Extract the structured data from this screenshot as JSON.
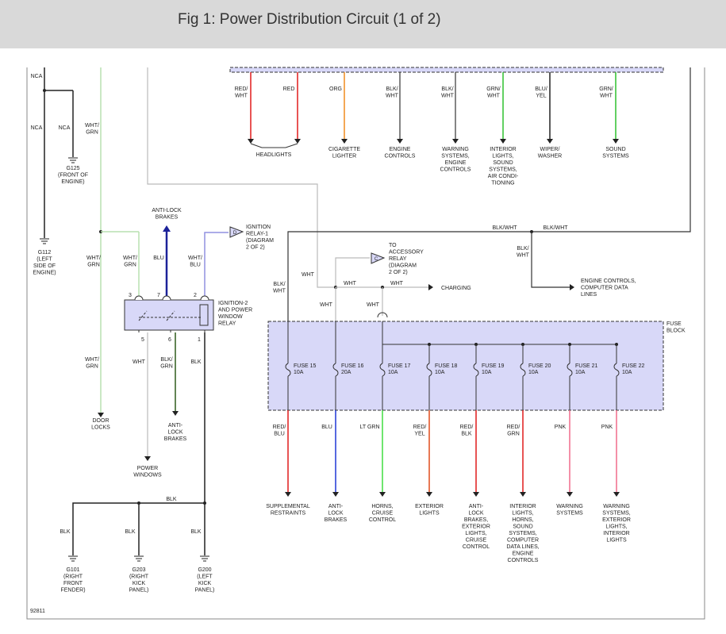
{
  "header": {
    "title": "Fig 1: Power Distribution Circuit (1 of 2)"
  },
  "diagram": {
    "figure_number": "92811",
    "nca": "NCA",
    "wire_colors": {
      "top": [
        "RED/\nWHT",
        "RED",
        "ORG",
        "BLK/\nWHT",
        "BLK/\nWHT",
        "GRN/\nWHT",
        "BLU/\nYEL",
        "GRN/\nWHT"
      ],
      "left_column": [
        "WHT/\nGRN",
        "WHT/\nGRN",
        "WHT/\nGRN"
      ],
      "relay_inputs": [
        "WHT/\nGRN",
        "BLU",
        "WHT/\nBLU"
      ],
      "relay_outputs": [
        "WHT",
        "BLK/\nGRN",
        "BLK"
      ],
      "ground_bus": [
        "BLK",
        "BLK",
        "BLK",
        "BLK"
      ],
      "mid": [
        "BLK/WHT",
        "BLK/WHT",
        "BLK/\nWHT",
        "BLK/\nWHT",
        "WHT",
        "WHT",
        "WHT",
        "WHT",
        "WHT"
      ],
      "fuse_outputs": [
        "RED/\nBLU",
        "BLU",
        "LT GRN",
        "RED/\nYEL",
        "RED/\nBLK",
        "RED/\nGRN",
        "PNK",
        "PNK"
      ]
    },
    "destinations_top": [
      "HEADLIGHTS",
      "CIGARETTE\nLIGHTER",
      "ENGINE\nCONTROLS",
      "WARNING\nSYSTEMS,\nENGINE\nCONTROLS",
      "INTERIOR\nLIGHTS,\nSOUND\nSYSTEMS,\nAIR CONDI-\nTIONING",
      "WIPER/\nWASHER",
      "SOUND\nSYSTEMS"
    ],
    "grounds": {
      "g125": "G125\n(FRONT OF\nENGINE)",
      "g112": "G112\n(LEFT\nSIDE OF\nENGINE)",
      "g101": "G101\n(RIGHT\nFRONT\nFENDER)",
      "g203": "G203\n(RIGHT\nKICK\nPANEL)",
      "g200": "G200\n(LEFT\nKICK\nPANEL)"
    },
    "relay": {
      "label": "IGNITION-2\nAND POWER\nWINDOW\nRELAY",
      "pins_top": [
        "3",
        "7",
        "2"
      ],
      "pins_bottom": [
        "5",
        "6",
        "1"
      ]
    },
    "anti_lock_top": "ANTI-LOCK\nBRAKES",
    "ignition_relay_ref": "IGNITION\nRELAY-1\n(DIAGRAM\n2 OF 2)",
    "ignition_relay_connector": "D",
    "accessory_relay_ref": "TO\nACCESSORY\nRELAY\n(DIAGRAM\n2 OF 2)",
    "accessory_relay_connector": "C",
    "charging": "CHARGING",
    "engine_controls_lines": "ENGINE CONTROLS,\nCOMPUTER DATA\nLINES",
    "door_locks": "DOOR\nLOCKS",
    "anti_lock_relay_out": "ANTI-\nLOCK\nBRAKES",
    "power_windows": "POWER\nWINDOWS",
    "fuse_block_label": "FUSE\nBLOCK",
    "fuses": [
      {
        "name": "FUSE 15",
        "rating": "10A"
      },
      {
        "name": "FUSE 16",
        "rating": "20A"
      },
      {
        "name": "FUSE 17",
        "rating": "10A"
      },
      {
        "name": "FUSE 18",
        "rating": "10A"
      },
      {
        "name": "FUSE 19",
        "rating": "10A"
      },
      {
        "name": "FUSE 20",
        "rating": "10A"
      },
      {
        "name": "FUSE 21",
        "rating": "10A"
      },
      {
        "name": "FUSE 22",
        "rating": "10A"
      }
    ],
    "destinations_bottom": [
      "SUPPLEMENTAL\nRESTRAINTS",
      "ANTI-\nLOCK\nBRAKES",
      "HORNS,\nCRUISE\nCONTROL",
      "EXTERIOR\nLIGHTS",
      "ANTI-\nLOCK\nBRAKES,\nEXTERIOR\nLIGHTS,\nCRUISE\nCONTROL",
      "INTERIOR\nLIGHTS,\nHORNS,\nSOUND\nSYSTEMS,\nCOMPUTER\nDATA LINES,\nENGINE\nCONTROLS",
      "WARNING\nSYSTEMS",
      "WARNING\nSYSTEMS,\nEXTERIOR\nLIGHTS,\nINTERIOR\nLIGHTS"
    ],
    "colors": {
      "red": "#e01b1b",
      "orange": "#f08a1c",
      "black": "#222222",
      "green": "#2ec02e",
      "navy": "#1c2299",
      "blue": "#1f35d6",
      "lightgreen": "#3fdc3f",
      "pink": "#f06a8a",
      "darkgreen": "#2d5a1a",
      "gray": "#666666",
      "lightgray": "#bbbbbb",
      "lightgreenwire": "#b8e0b0",
      "lavender": "#9090e0",
      "box_fill": "#d8d8f8",
      "header_bg": "#d9d9d9"
    }
  }
}
